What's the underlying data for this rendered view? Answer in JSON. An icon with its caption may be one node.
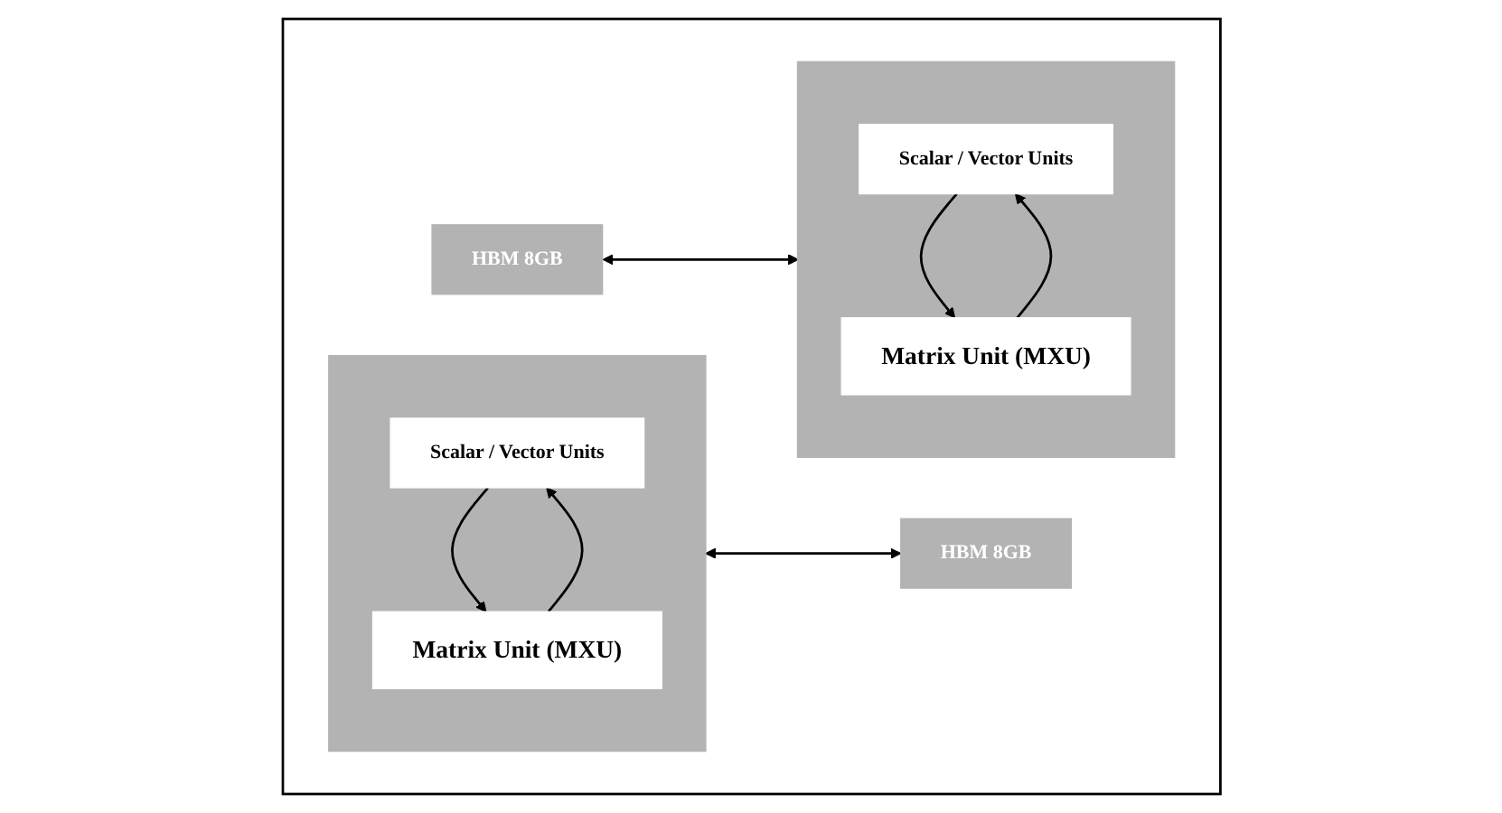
{
  "diagram": {
    "nodes": [
      {
        "text": [],
        "shape": "box"
      },
      {
        "text": [
          "HBM 8GB"
        ],
        "in": 0
      },
      {
        "text": [],
        "shape": "box",
        "in": 0
      },
      {
        "text": [
          "Scalar / Vector Units"
        ],
        "in": 2
      },
      {
        "text": [
          "Matrix Unit (MXU)"
        ],
        "in": 2
      },
      {
        "text": [],
        "shape": "box",
        "in": 0
      },
      {
        "text": [
          "Scalar / Vector Units"
        ],
        "in": 5
      },
      {
        "text": [
          "Matrix Unit (MXU)"
        ],
        "in": 5
      },
      {
        "text": [
          "HBM 8GB"
        ],
        "in": 0
      }
    ],
    "edges": [
      {
        "from": 1,
        "to": 2,
        "arrow": "both"
      },
      {
        "from": 3,
        "to": 4,
        "arrow": "to"
      },
      {
        "from": 4,
        "to": 3,
        "arrow": "to"
      },
      {
        "from": 6,
        "to": 7,
        "arrow": "to"
      },
      {
        "from": 7,
        "to": 6,
        "arrow": "to"
      },
      {
        "from": 5,
        "to": 8,
        "arrow": "both"
      }
    ]
  }
}
